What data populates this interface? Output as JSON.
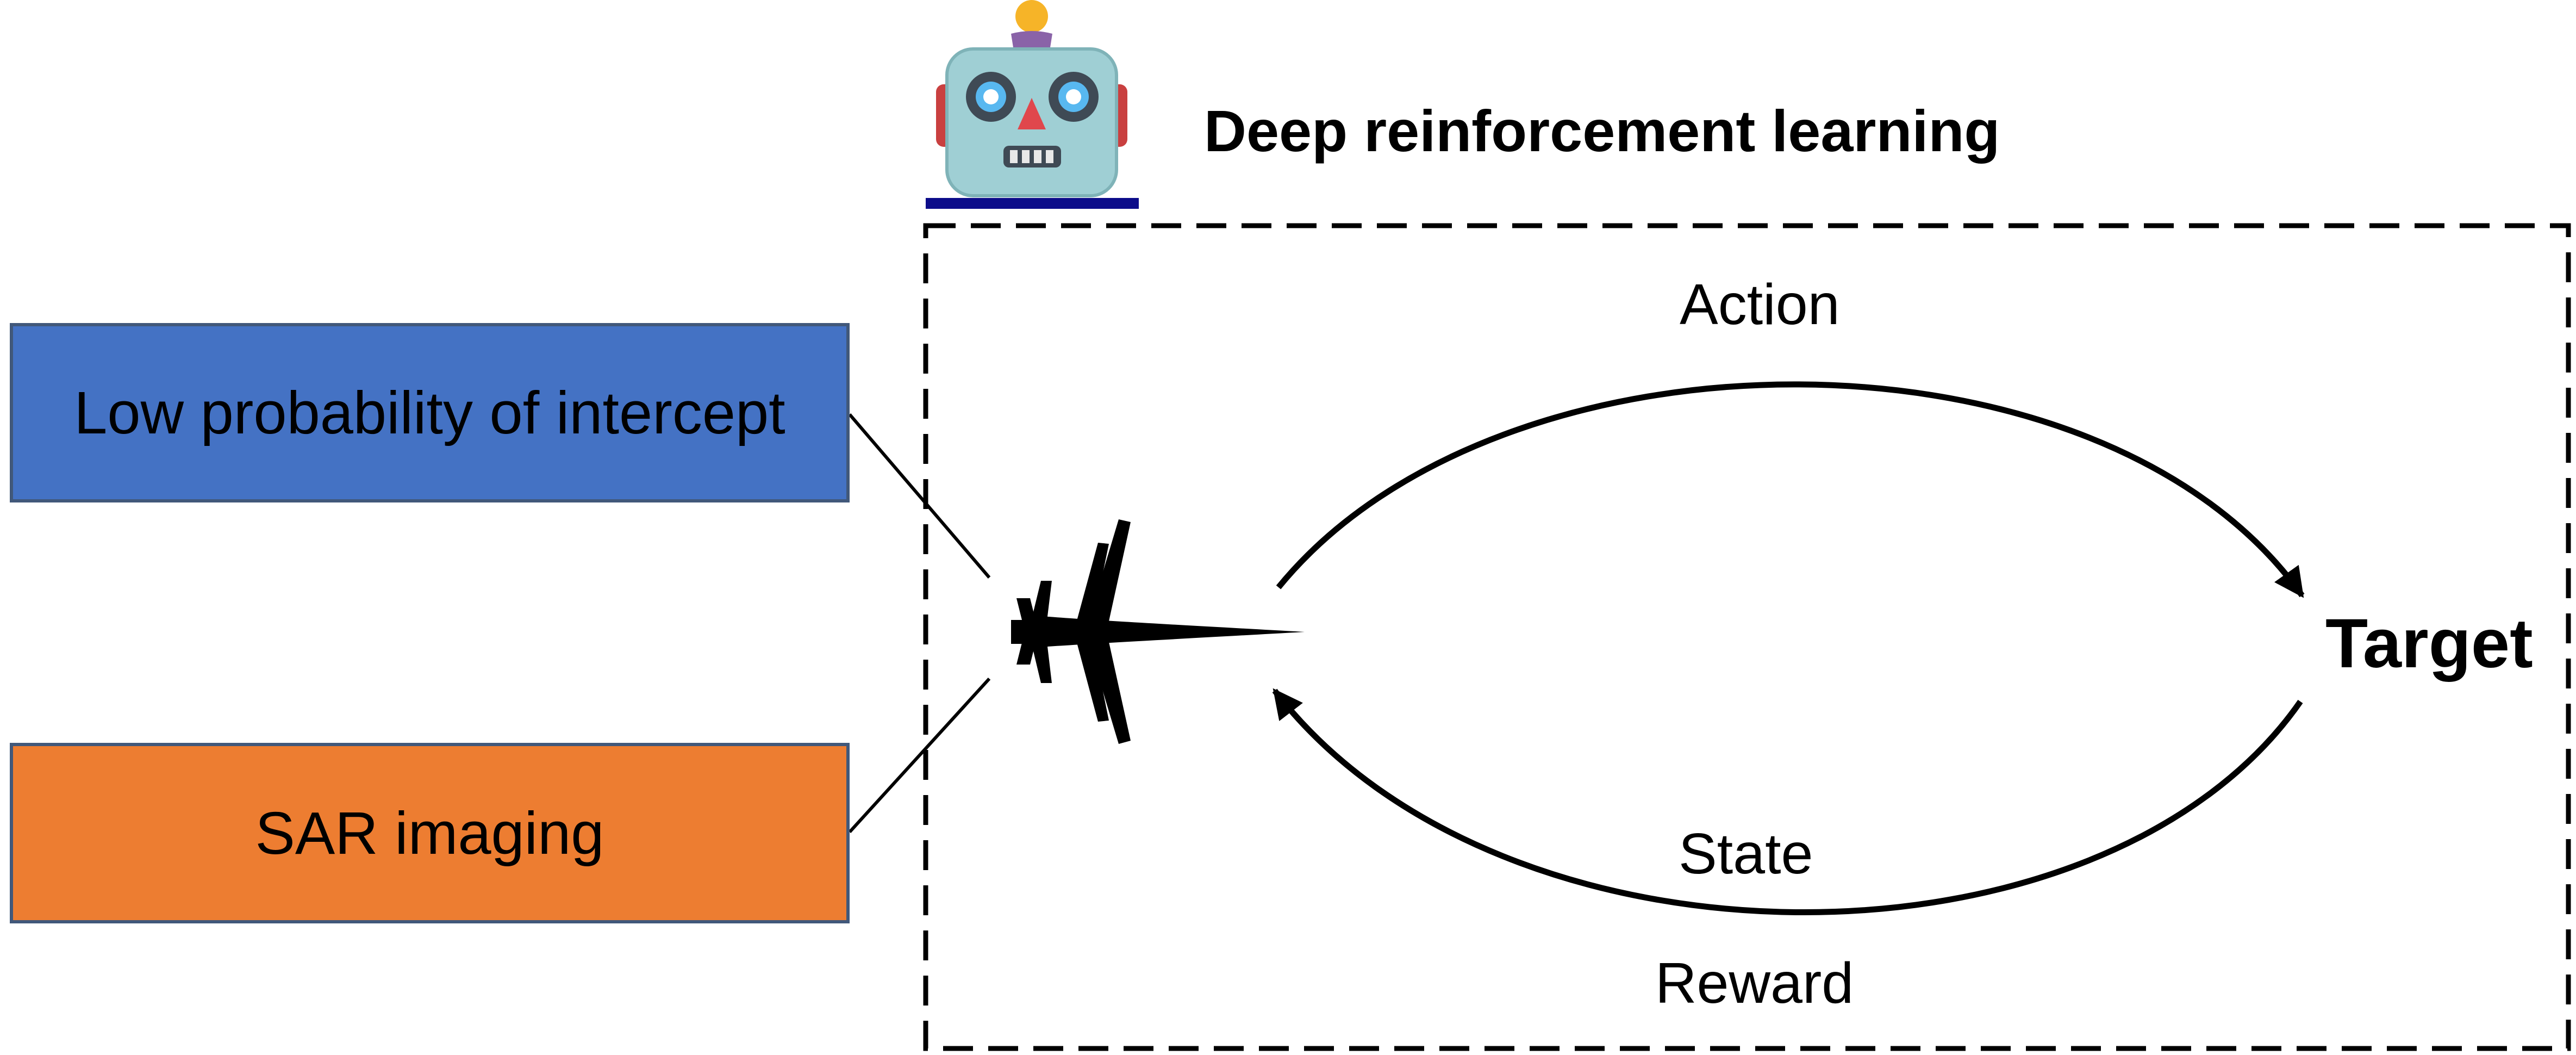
{
  "diagram": {
    "title": "Deep reinforcement learning",
    "left_boxes": [
      {
        "label": "Low probability of intercept",
        "color": "#4472c4"
      },
      {
        "label": "SAR imaging",
        "color": "#ed7d31"
      }
    ],
    "agent_icon": "robot-face-icon",
    "platform_icon": "fighter-jet-icon",
    "loop": {
      "action_label": "Action",
      "state_label": "State",
      "reward_label": "Reward",
      "target_label": "Target"
    },
    "colors": {
      "robot_platform": "#0c0c8a",
      "border": "#000000"
    }
  }
}
